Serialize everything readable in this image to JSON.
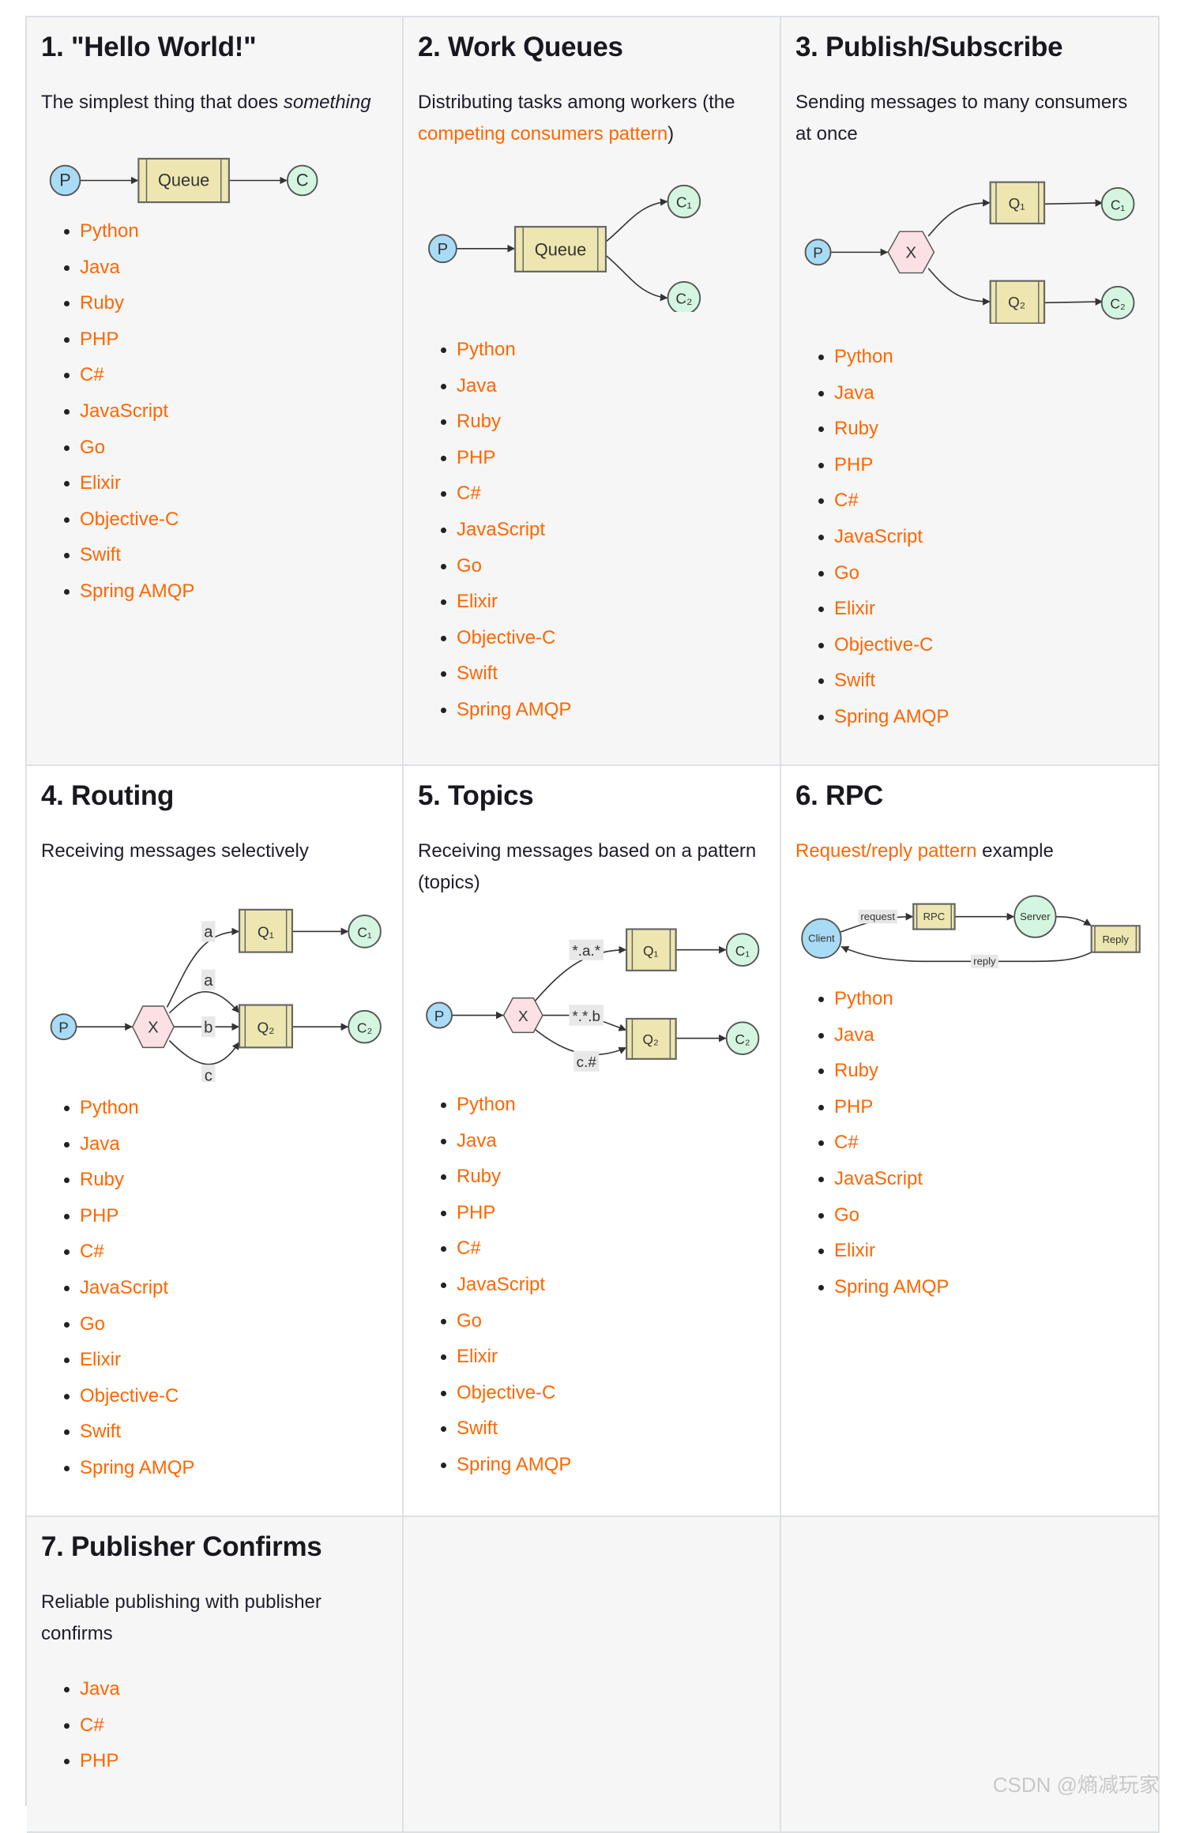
{
  "colors": {
    "link": "#ff6600",
    "cell_gray": "#f6f6f6",
    "producer": "#a8dcf6",
    "consumer": "#d4f6e0",
    "queue": "#ede6b0",
    "exchange": "#fbe1e4"
  },
  "tutorials": [
    {
      "title": "1. \"Hello World!\"",
      "desc": "The simplest thing that does ",
      "desc_em": "something",
      "diagram": {
        "p": "P",
        "queue": "Queue",
        "c": "C"
      },
      "languages": [
        "Python",
        "Java",
        "Ruby",
        "PHP",
        "C#",
        "JavaScript",
        "Go",
        "Elixir",
        "Objective-C",
        "Swift",
        "Spring AMQP"
      ]
    },
    {
      "title": "2. Work Queues",
      "desc": "Distributing tasks among workers (the ",
      "desc_link": "competing consumers pattern",
      "desc_after": ")",
      "diagram": {
        "p": "P",
        "queue": "Queue",
        "c1": "C₁",
        "c2": "C₂"
      },
      "languages": [
        "Python",
        "Java",
        "Ruby",
        "PHP",
        "C#",
        "JavaScript",
        "Go",
        "Elixir",
        "Objective-C",
        "Swift",
        "Spring AMQP"
      ]
    },
    {
      "title": "3. Publish/Subscribe",
      "desc": "Sending messages to many consumers at once",
      "diagram": {
        "p": "P",
        "x": "X",
        "q1": "Q₁",
        "q2": "Q₂",
        "c1": "C₁",
        "c2": "C₂"
      },
      "languages": [
        "Python",
        "Java",
        "Ruby",
        "PHP",
        "C#",
        "JavaScript",
        "Go",
        "Elixir",
        "Objective-C",
        "Swift",
        "Spring AMQP"
      ]
    },
    {
      "title": "4. Routing",
      "desc": "Receiving messages selectively",
      "diagram": {
        "p": "P",
        "x": "X",
        "q1": "Q₁",
        "q2": "Q₂",
        "c1": "C₁",
        "c2": "C₂",
        "k1": "a",
        "k2": "a",
        "k3": "b",
        "k4": "c"
      },
      "languages": [
        "Python",
        "Java",
        "Ruby",
        "PHP",
        "C#",
        "JavaScript",
        "Go",
        "Elixir",
        "Objective-C",
        "Swift",
        "Spring AMQP"
      ]
    },
    {
      "title": "5. Topics",
      "desc": "Receiving messages based on a pattern (topics)",
      "diagram": {
        "p": "P",
        "x": "X",
        "q1": "Q₁",
        "q2": "Q₂",
        "c1": "C₁",
        "c2": "C₂",
        "k1": "*.a.*",
        "k2": "*.*.b",
        "k3": "c.#"
      },
      "languages": [
        "Python",
        "Java",
        "Ruby",
        "PHP",
        "C#",
        "JavaScript",
        "Go",
        "Elixir",
        "Objective-C",
        "Swift",
        "Spring AMQP"
      ]
    },
    {
      "title": "6. RPC",
      "desc_link": "Request/reply pattern",
      "desc_after": " example",
      "diagram": {
        "client": "Client",
        "rpc": "RPC",
        "server": "Server",
        "reply_q": "Reply",
        "request": "request",
        "reply": "reply"
      },
      "languages": [
        "Python",
        "Java",
        "Ruby",
        "PHP",
        "C#",
        "JavaScript",
        "Go",
        "Elixir",
        "Spring AMQP"
      ]
    },
    {
      "title": "7. Publisher Confirms",
      "desc": "Reliable publishing with publisher confirms",
      "languages": [
        "Java",
        "C#",
        "PHP"
      ]
    }
  ],
  "watermark": "CSDN @熵减玩家"
}
